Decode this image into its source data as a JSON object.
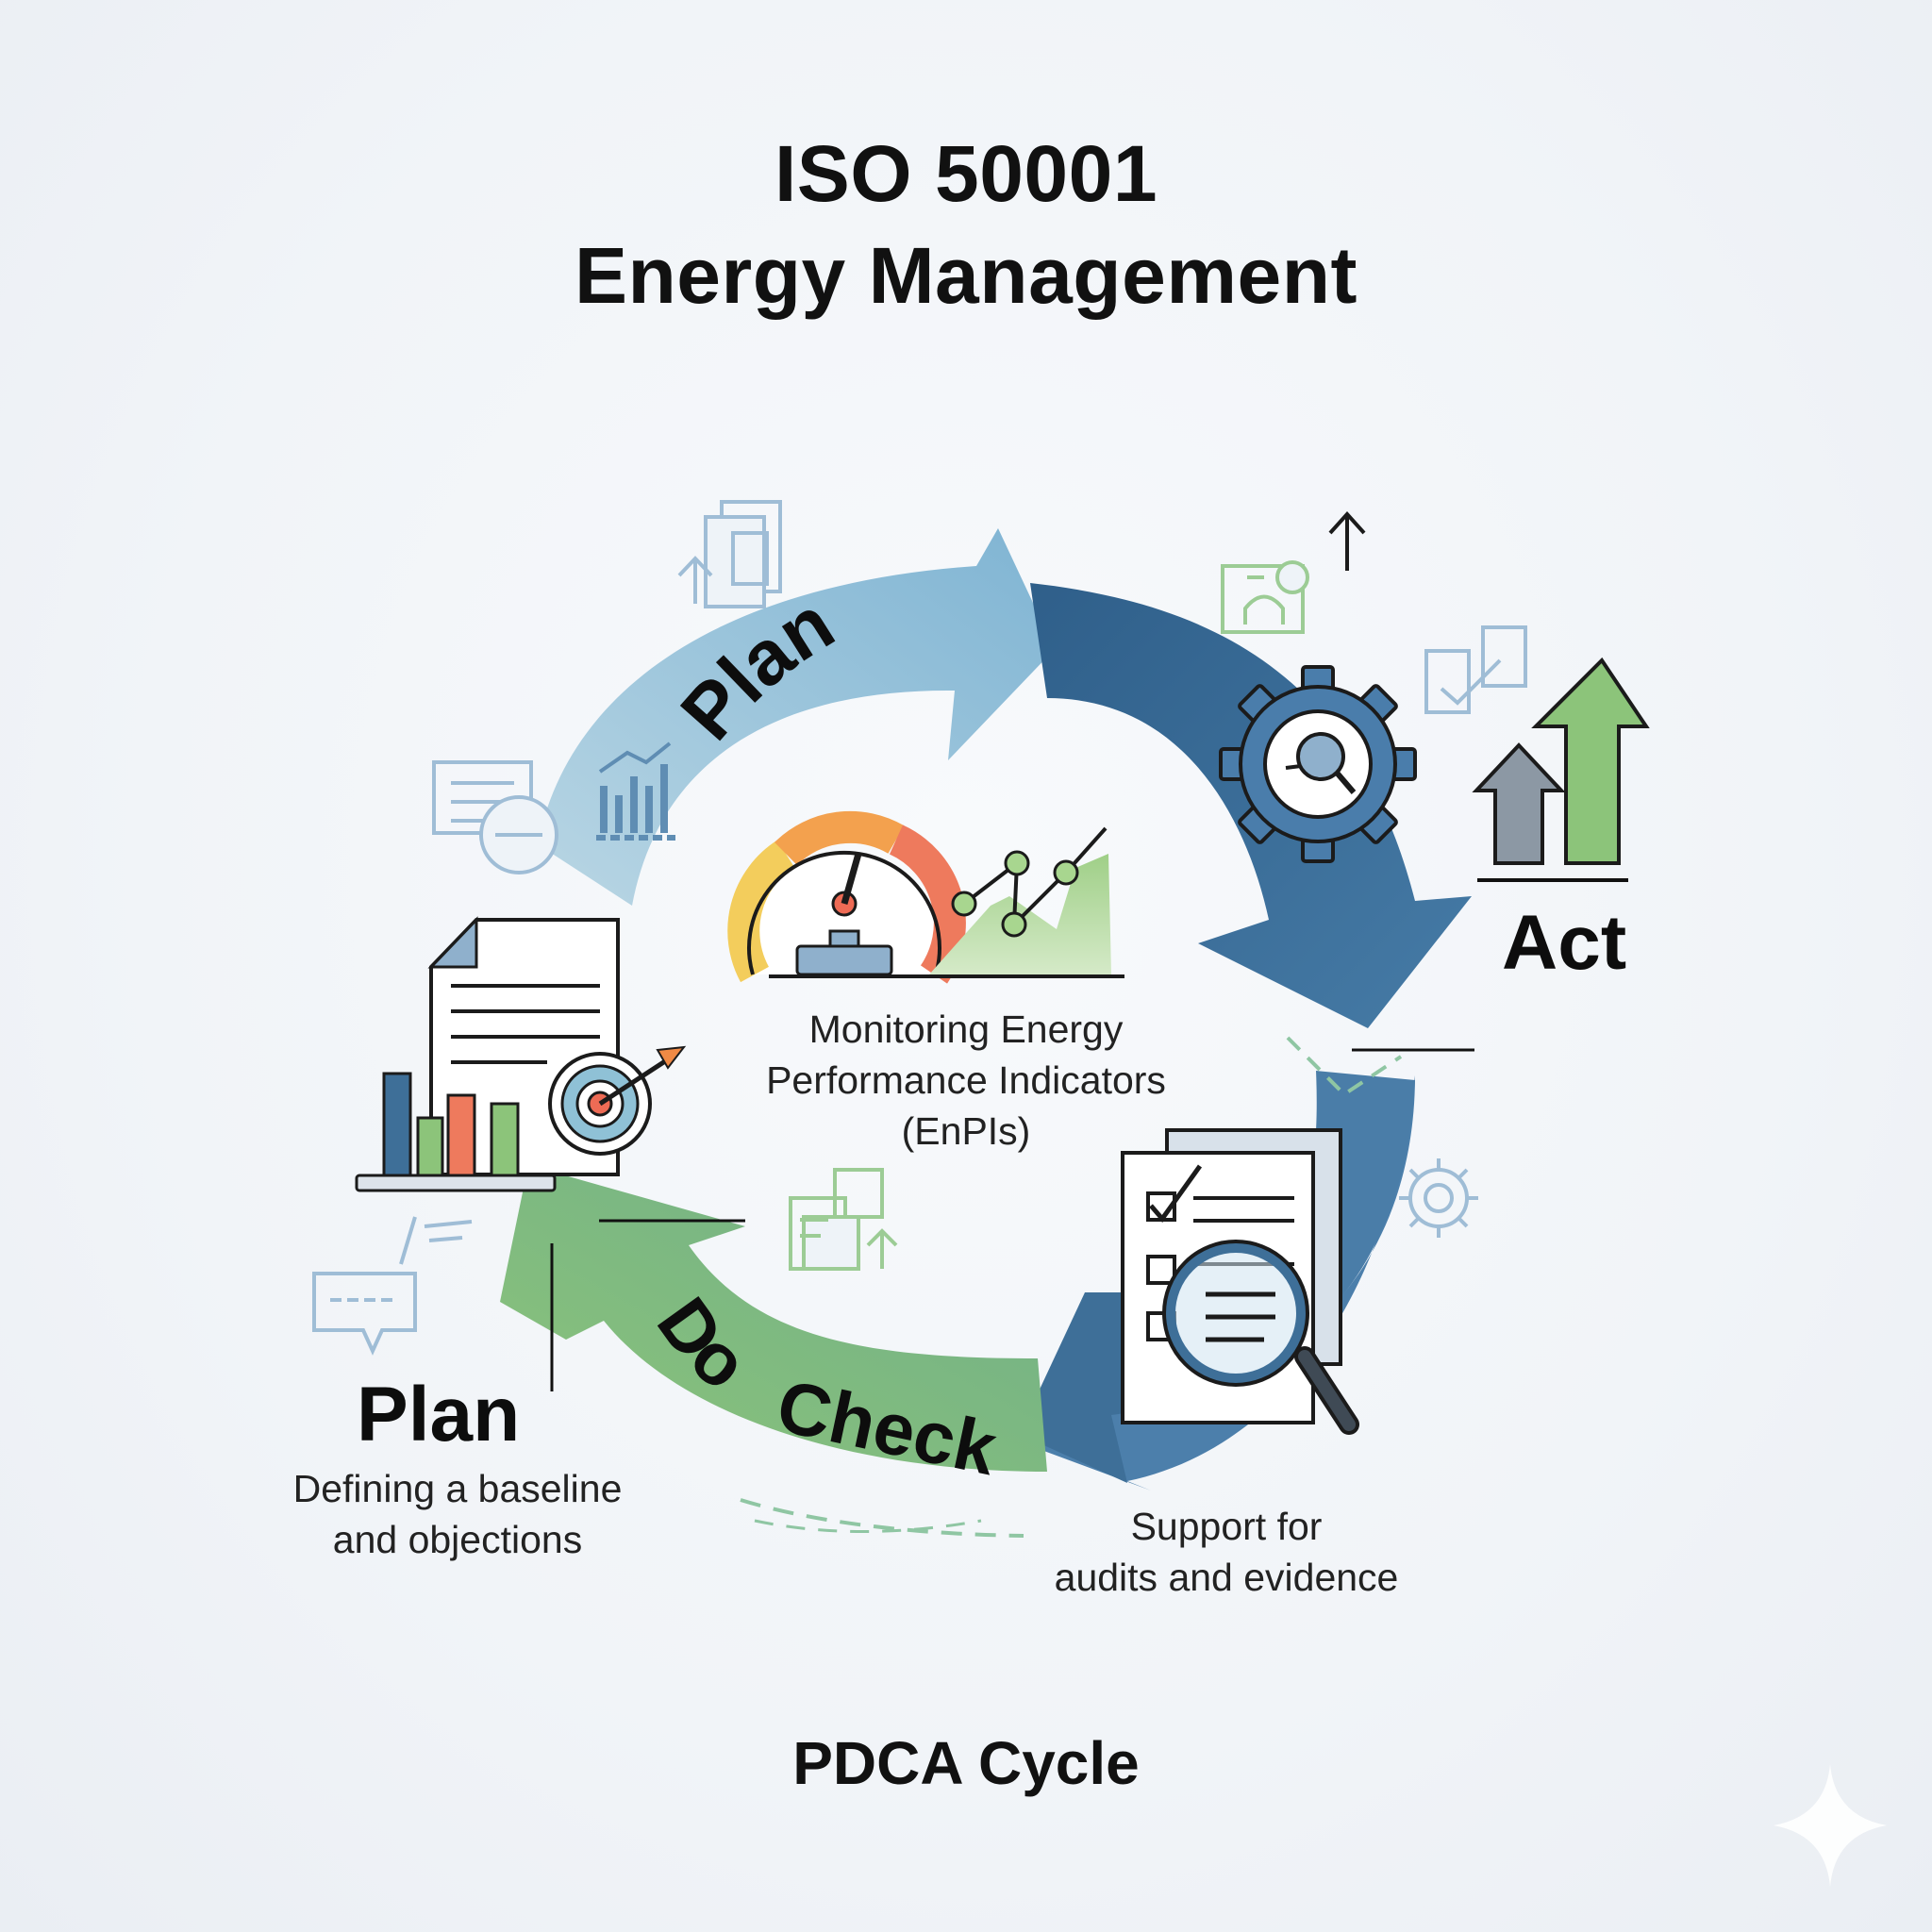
{
  "title_line1": "ISO 50001",
  "title_line2": "Energy Management",
  "labels": {
    "plan_arc": "Plan",
    "act": "Act",
    "do_arc": "Do",
    "check_arc": "Check",
    "plan_bottom": "Plan"
  },
  "descriptions": {
    "center_line1": "Monitoring Energy",
    "center_line2": "Performance Indicators",
    "center_line3": "(EnPIs)",
    "plan_line1": "Defining a baseline",
    "plan_line2": "and objections",
    "check_line1": "Support for",
    "check_line2": "audits and evidence"
  },
  "footer": "PDCA Cycle",
  "colors": {
    "plan_arrow": "#8bbad6",
    "act_arrow": "#3e6f98",
    "check_arrow": "#4c7fab",
    "do_arrow": "#7fbf83",
    "accent_green": "#8cc47a",
    "accent_red": "#ee7a5d",
    "accent_orange": "#f3a14e"
  },
  "icons": [
    "document-upload-icon",
    "image-upload-icon",
    "up-arrow-icon",
    "sync-check-icon",
    "growth-arrows-icon",
    "gear-search-icon",
    "speedometer-icon",
    "trend-chart-icon",
    "report-target-icon",
    "chat-edit-icon",
    "checklist-magnifier-icon",
    "gear-icon",
    "bar-chart-icon",
    "clipboard-icon",
    "doc-transfer-icon"
  ]
}
